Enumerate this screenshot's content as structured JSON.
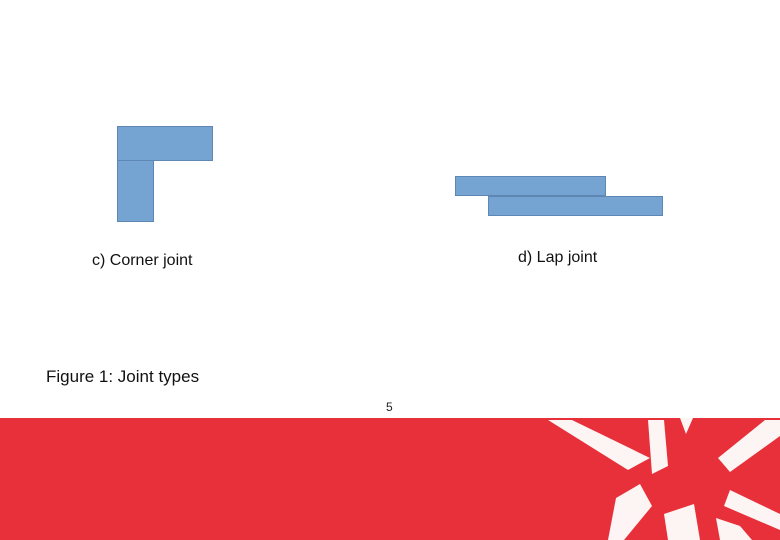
{
  "diagram": {
    "corner_caption": "c) Corner joint",
    "lap_caption": "d) Lap joint",
    "figure_caption": "Figure 1: Joint types",
    "page_number": "5"
  },
  "colors": {
    "plate": "#75a4d2",
    "plate_border": "#5f87b3",
    "footer": "#e8303a",
    "footer_mark": "#ffffff"
  },
  "footer": {
    "logo_icon": "star-logo-icon"
  }
}
